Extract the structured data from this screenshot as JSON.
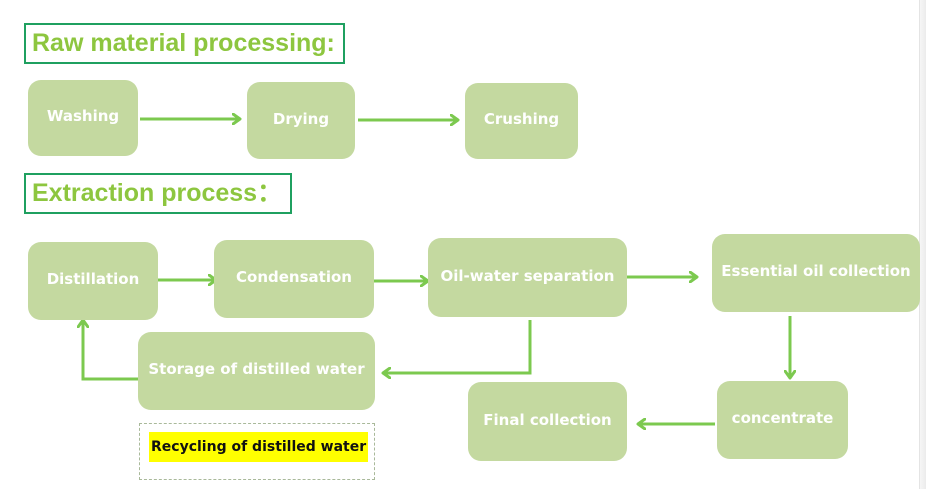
{
  "sections": {
    "raw": {
      "title": "Raw material processing:"
    },
    "extraction": {
      "title": "Extraction process："
    }
  },
  "raw_steps": [
    {
      "label": "Washing"
    },
    {
      "label": "Drying"
    },
    {
      "label": "Crushing"
    }
  ],
  "extraction_steps": {
    "distillation": "Distillation",
    "condensation": "Condensation",
    "oil_water_separation": "Oil-water separation",
    "essential_oil_collection": "Essential oil collection",
    "storage_of_distilled_water": "Storage of distilled water",
    "concentrate": "concentrate",
    "final_collection": "Final collection"
  },
  "annotation": {
    "label": "Recycling of distilled water"
  },
  "colors": {
    "node_fill": "#c4d9a0",
    "arrow": "#7cc94f",
    "title_text": "#8dc63f",
    "title_border": "#1fa060",
    "highlight": "#ffff00"
  },
  "flow": [
    [
      "Washing",
      "Drying"
    ],
    [
      "Drying",
      "Crushing"
    ],
    [
      "Distillation",
      "Condensation"
    ],
    [
      "Condensation",
      "Oil-water separation"
    ],
    [
      "Oil-water separation",
      "Essential oil collection"
    ],
    [
      "Oil-water separation",
      "Storage of distilled water"
    ],
    [
      "Storage of distilled water",
      "Distillation"
    ],
    [
      "Essential oil collection",
      "concentrate"
    ],
    [
      "concentrate",
      "Final collection"
    ]
  ]
}
